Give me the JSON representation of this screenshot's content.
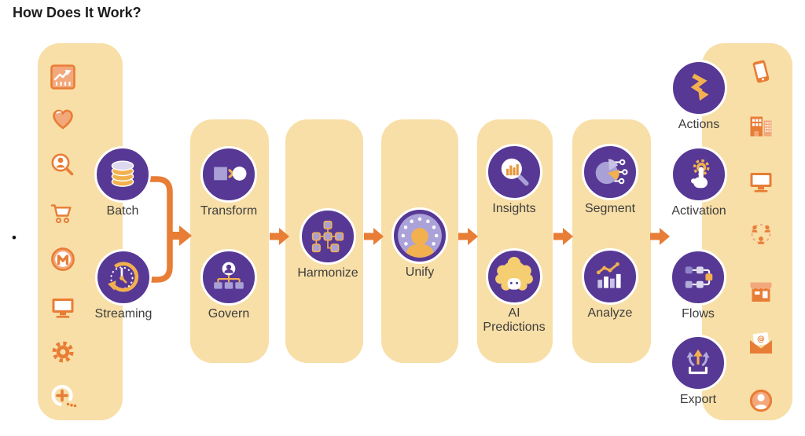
{
  "title": "How Does It Work?",
  "bullet_marker": "•",
  "colors": {
    "stage_purple": "#573895",
    "panel_tan": "#f8dfa7",
    "accent_orange": "#e87d35",
    "accent_orange_light": "#f3a87c",
    "accent_yellow": "#f2b14e",
    "accent_lavender": "#a9a0d6",
    "label_text": "#3d3d3d"
  },
  "sources": {
    "icons": [
      "trend-chart",
      "heart",
      "customer-search",
      "shopping-cart",
      "mulesoft",
      "desktop",
      "gear",
      "more-connectors"
    ]
  },
  "destinations": {
    "icons": [
      "mobile-phone",
      "buildings",
      "desktop",
      "community",
      "storefront",
      "email",
      "profile-avatar"
    ]
  },
  "flow": {
    "stages": [
      {
        "name": "ingest",
        "items": [
          {
            "label": "Batch",
            "icon": "database"
          },
          {
            "label": "Streaming",
            "icon": "clock-stream"
          }
        ]
      },
      {
        "name": "prepare",
        "items": [
          {
            "label": "Transform",
            "icon": "transform"
          },
          {
            "label": "Govern",
            "icon": "govern"
          }
        ]
      },
      {
        "name": "harmonize",
        "items": [
          {
            "label": "Harmonize",
            "icon": "node-network"
          }
        ]
      },
      {
        "name": "unify",
        "items": [
          {
            "label": "Unify",
            "icon": "unified-profile"
          }
        ]
      },
      {
        "name": "intelligence",
        "items": [
          {
            "label": "Insights",
            "icon": "insights-magnifier"
          },
          {
            "label": "AI Predictions",
            "icon": "einstein"
          }
        ]
      },
      {
        "name": "activate",
        "items": [
          {
            "label": "Segment",
            "icon": "segment-pie"
          },
          {
            "label": "Analyze",
            "icon": "analyze-chart"
          }
        ]
      },
      {
        "name": "deliver",
        "items": [
          {
            "label": "Actions",
            "icon": "zigzag-arrow"
          },
          {
            "label": "Activation",
            "icon": "hand-gear"
          },
          {
            "label": "Flows",
            "icon": "flow-blocks"
          },
          {
            "label": "Export",
            "icon": "export-tray"
          }
        ]
      }
    ]
  }
}
